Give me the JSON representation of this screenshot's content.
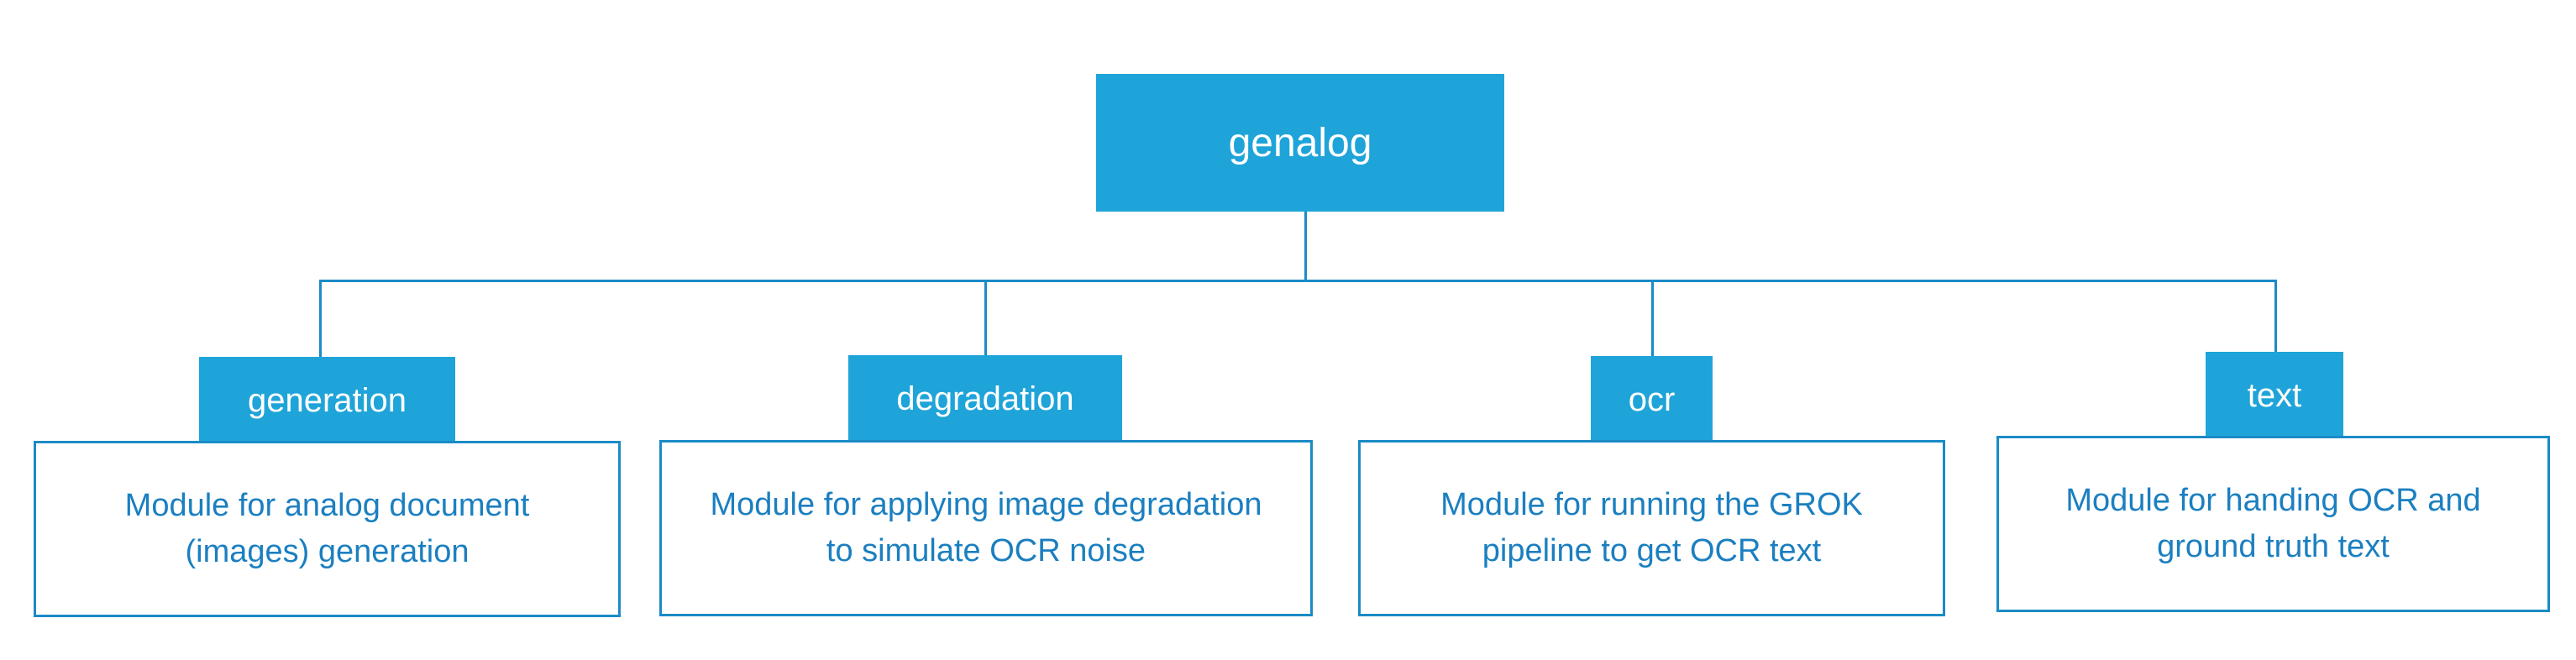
{
  "root": {
    "label": "genalog"
  },
  "modules": [
    {
      "name": "generation",
      "description": "Module for analog document (images) generation"
    },
    {
      "name": "degradation",
      "description": "Module for applying image degradation to simulate OCR noise"
    },
    {
      "name": "ocr",
      "description": "Module for running the GROK pipeline to get OCR text"
    },
    {
      "name": "text",
      "description": "Module for handing OCR and ground truth text"
    }
  ],
  "colors": {
    "node_fill": "#1fa4d9",
    "connector": "#1b8bc6",
    "description_text": "#1b7fc0",
    "node_text": "#ffffff"
  }
}
